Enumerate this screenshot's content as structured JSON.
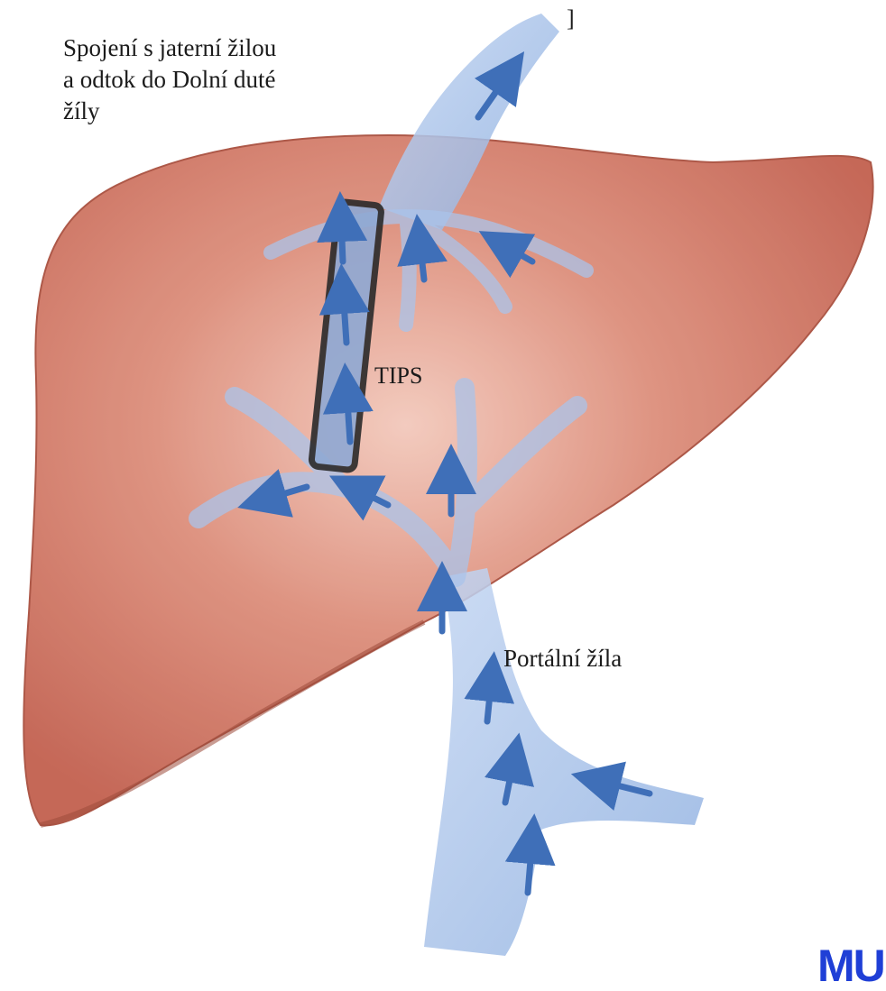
{
  "labels": {
    "hepatic": "Spojení s jaterní žilou\na odtok do Dolní duté\nžíly",
    "tips": "TIPS",
    "portal": "Portální žíla",
    "bracket": "]"
  },
  "watermark": "MU",
  "colors": {
    "liver": "#cf7462",
    "liver_dark": "#b65a4b",
    "liver_light": "#e6a99a",
    "vessel": "#a9c3ea",
    "vessel_dark": "#7fa2d6",
    "arrow": "#3f6fb8",
    "stent": "#2a2a2a",
    "watermark": "#1f3fd6"
  },
  "icons": [
    "flow-arrow-icon",
    "stent-icon"
  ]
}
